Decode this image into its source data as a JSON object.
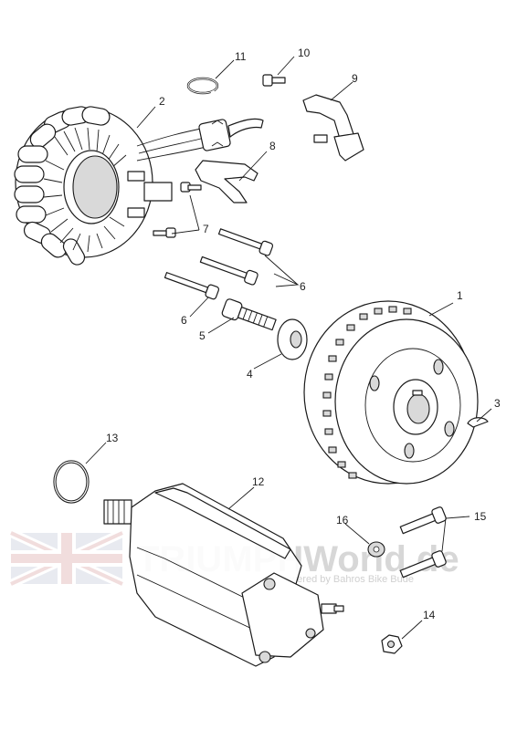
{
  "watermark": {
    "brand": "TRIUMPHWorld.de",
    "tagline": "powered by Bahros Bike Bude"
  },
  "callouts": [
    "1",
    "2",
    "3",
    "4",
    "5",
    "6",
    "6",
    "7",
    "8",
    "9",
    "10",
    "11",
    "12",
    "13",
    "14",
    "15",
    "16"
  ]
}
